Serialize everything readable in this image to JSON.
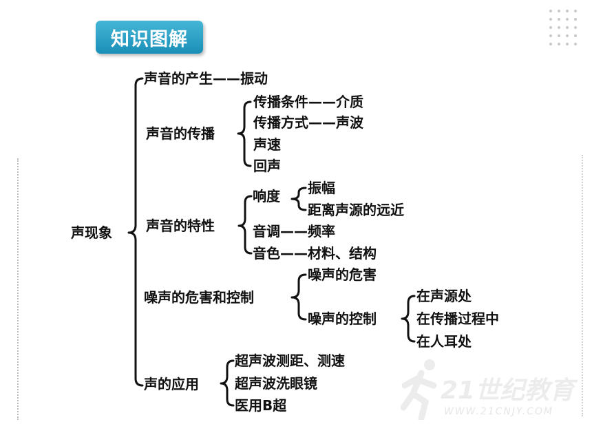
{
  "header": {
    "title": "知识图解"
  },
  "watermark": {
    "brand": "21世纪教育",
    "url": "WWW.21CNJY.COM"
  },
  "tree": {
    "root": "声现象",
    "production": {
      "label": "声音的产生——振动"
    },
    "propagation": {
      "label": "声音的传播",
      "items": [
        "传播条件——介质",
        "传播方式——声波",
        "声速",
        "回声"
      ]
    },
    "characteristics": {
      "label": "声音的特性",
      "loudness": {
        "label": "响度",
        "items": [
          "振幅",
          "距离声源的远近"
        ]
      },
      "pitch": "音调——频率",
      "timbre": "音色——材料、结构"
    },
    "noise": {
      "label": "噪声的危害和控制",
      "harm": "噪声的危害",
      "control": {
        "label": "噪声的控制",
        "items": [
          "在声源处",
          "在传播过程中",
          "在人耳处"
        ]
      }
    },
    "application": {
      "label": "声的应用",
      "items": [
        "超声波测距、测速",
        "超声波洗眼镜",
        "医用B超"
      ]
    }
  }
}
